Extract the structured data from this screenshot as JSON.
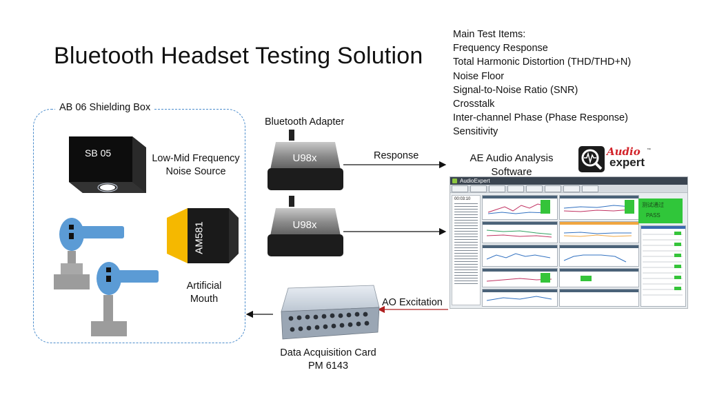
{
  "title": "Bluetooth Headset Testing Solution",
  "main_test_items": {
    "heading": "Main Test Items:",
    "items": [
      "Frequency Response",
      "Total Harmonic Distortion (THD/THD+N)",
      "Noise Floor",
      "Signal-to-Noise Ratio (SNR)",
      "Crosstalk",
      "Inter-channel Phase (Phase Response)",
      "Sensitivity"
    ]
  },
  "shielding_box": {
    "label": "AB 06 Shielding Box",
    "noise_source_model": "SB 05",
    "noise_source_label_line1": "Low-Mid Frequency",
    "noise_source_label_line2": "Noise Source",
    "mouth_model": "AM581",
    "mouth_label_line1": "Artificial",
    "mouth_label_line2": "Mouth"
  },
  "bluetooth_adapter": {
    "label": "Bluetooth Adapter",
    "model_1": "U98x",
    "model_2": "U98x"
  },
  "arrows": {
    "response_label": "Response",
    "excitation_label": "AO Excitation"
  },
  "software": {
    "label_line1": "AE Audio Analysis",
    "label_line2": "Software",
    "logo_audio": "Audio",
    "logo_expert": "expert",
    "logo_tm": "™",
    "window_title": "AudioExpert",
    "timer": "00:03:10",
    "status_cn": "测试通过",
    "status_pass": "PASS"
  },
  "daq": {
    "label_line1": "Data Acquisition Card",
    "label_line2": "PM 6143"
  },
  "colors": {
    "dashed_border": "#4a8ccc",
    "headset_blue": "#5b9bd5",
    "mouth_yellow": "#f5b800",
    "excitation_arrow": "#b02020",
    "pass_green": "#30c63a"
  }
}
